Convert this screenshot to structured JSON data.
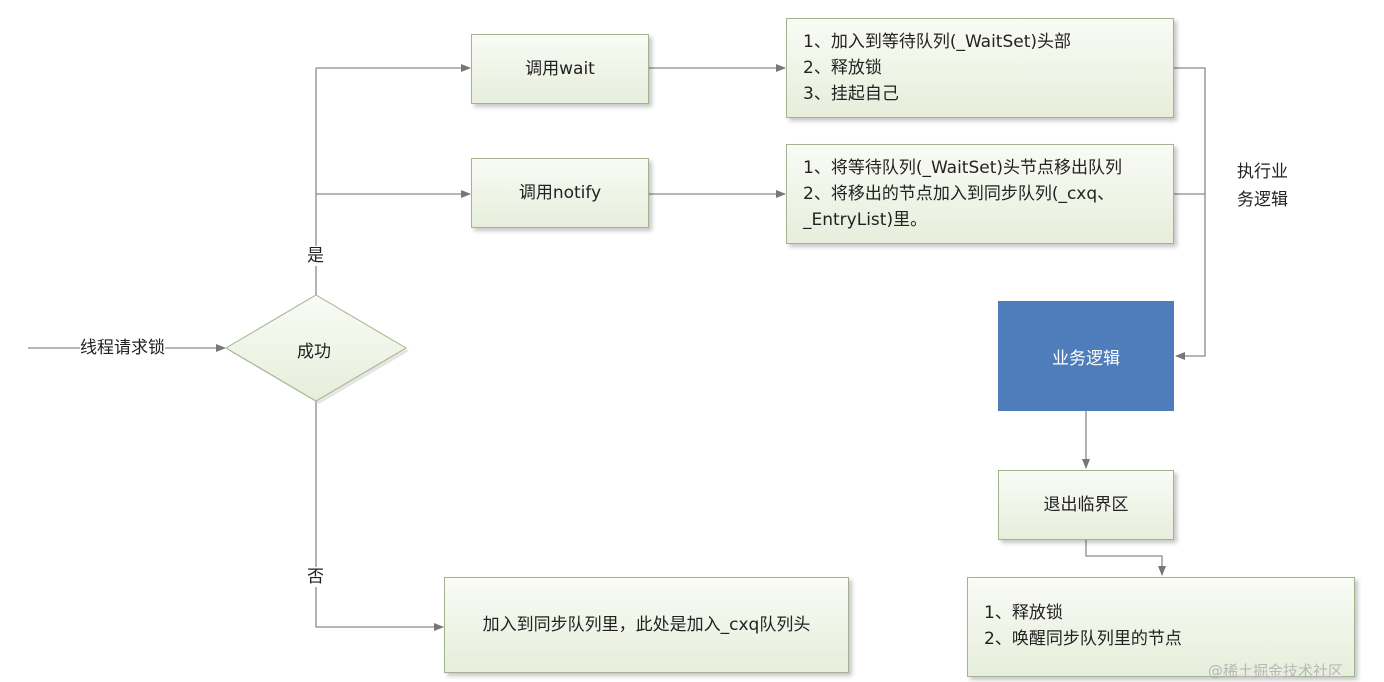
{
  "start_label": "线程请求锁",
  "decision": {
    "text": "成功",
    "yes_label": "是",
    "no_label": "否"
  },
  "wait": {
    "label": "调用wait",
    "steps": [
      "1、加入到等待队列(_WaitSet)头部",
      "2、释放锁",
      "3、挂起自己"
    ]
  },
  "notify": {
    "label": "调用notify",
    "steps": [
      "1、将等待队列(_WaitSet)头节点移出队列",
      "2、将移出的节点加入到同步队列(_cxq、",
      "_EntryList)里。"
    ]
  },
  "execute_label": [
    "执行业",
    "务逻辑"
  ],
  "business": {
    "label": "业务逻辑",
    "color": "#4f7dbc"
  },
  "exit": {
    "label": "退出临界区"
  },
  "release": {
    "steps": [
      "1、释放锁",
      "2、唤醒同步队列里的节点"
    ]
  },
  "fail": {
    "label": "加入到同步队列里，此处是加入_cxq队列头"
  },
  "watermark": "@稀土掘金技术社区"
}
